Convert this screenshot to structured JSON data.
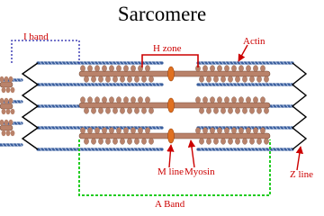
{
  "title": "Sarcomere",
  "labels": {
    "i_band": "I band",
    "h_zone": "H zone",
    "actin": "Actin",
    "m_line": "M line",
    "myosin": "Myosin",
    "z_line": "Z line",
    "a_band": "A Band"
  },
  "colors": {
    "red_label": "#cc0000",
    "i_band_bracket": "#2222aa",
    "a_band_bracket": "#22cc22",
    "h_zone_bracket": "#cc0000",
    "actin": "#3a5f9e",
    "myosin": "#b9826a",
    "m_line": "#e07020",
    "z_line": "#000000"
  }
}
